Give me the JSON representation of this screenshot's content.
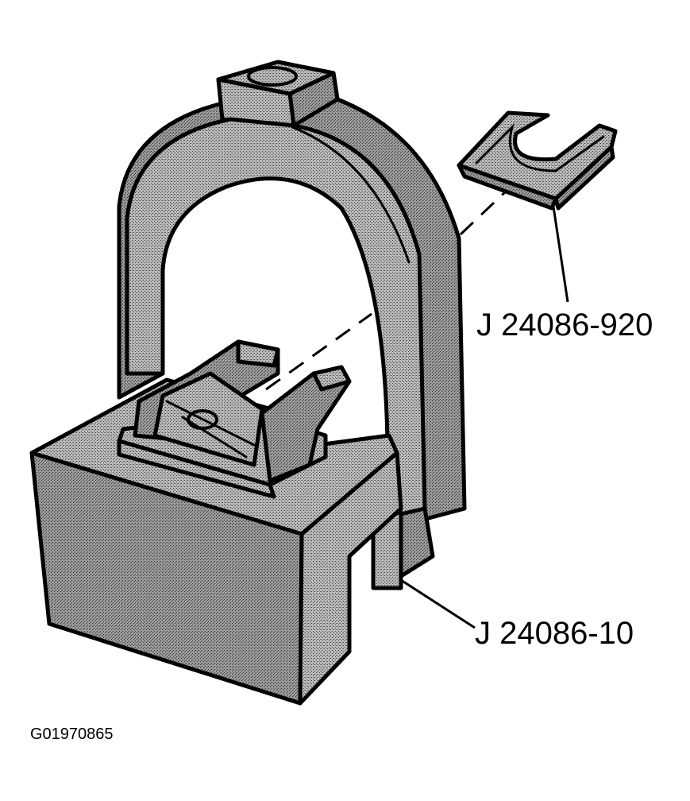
{
  "labels": {
    "shim_tool": "J 24086-920",
    "press_tool": "J 24086-10"
  },
  "figure_id": "G01970865",
  "icons": [
    "press-frame",
    "press-base-block",
    "piston-and-rod-fixture",
    "u-shaped-shim"
  ]
}
